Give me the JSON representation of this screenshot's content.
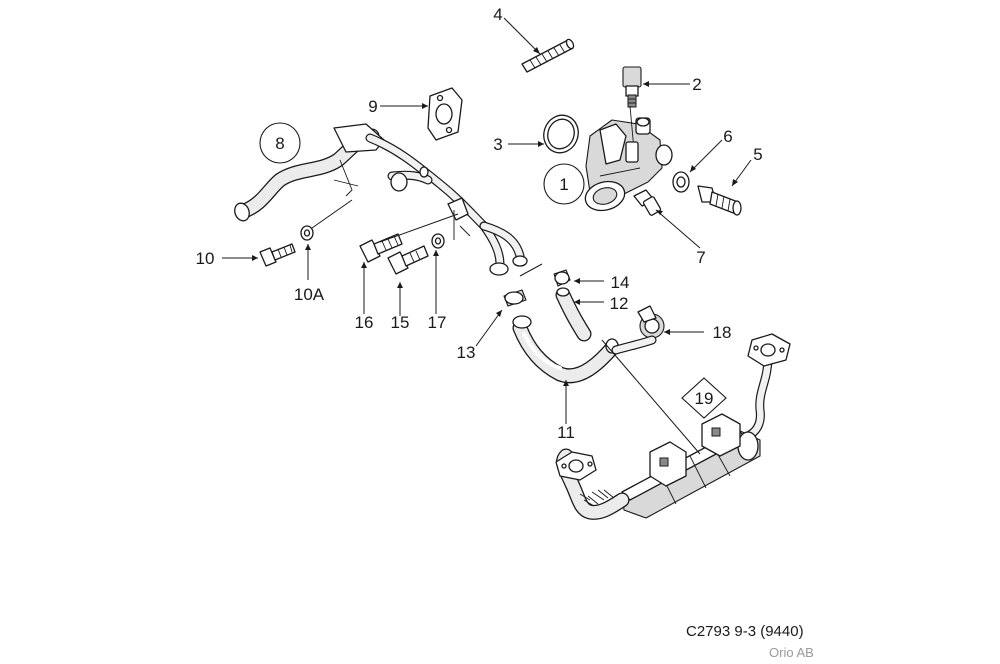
{
  "callouts": [
    {
      "id": "c1",
      "text": "1",
      "boxed": "circle"
    },
    {
      "id": "c2",
      "text": "2",
      "boxed": ""
    },
    {
      "id": "c3",
      "text": "3",
      "boxed": ""
    },
    {
      "id": "c4",
      "text": "4",
      "boxed": ""
    },
    {
      "id": "c5",
      "text": "5",
      "boxed": ""
    },
    {
      "id": "c6",
      "text": "6",
      "boxed": ""
    },
    {
      "id": "c7",
      "text": "7",
      "boxed": ""
    },
    {
      "id": "c8",
      "text": "8",
      "boxed": "circle"
    },
    {
      "id": "c9",
      "text": "9",
      "boxed": ""
    },
    {
      "id": "c10",
      "text": "10",
      "boxed": ""
    },
    {
      "id": "c10a",
      "text": "10A",
      "boxed": ""
    },
    {
      "id": "c11",
      "text": "11",
      "boxed": ""
    },
    {
      "id": "c12",
      "text": "12",
      "boxed": ""
    },
    {
      "id": "c13",
      "text": "13",
      "boxed": ""
    },
    {
      "id": "c14",
      "text": "14",
      "boxed": ""
    },
    {
      "id": "c15",
      "text": "15",
      "boxed": ""
    },
    {
      "id": "c16",
      "text": "16",
      "boxed": ""
    },
    {
      "id": "c17",
      "text": "17",
      "boxed": ""
    },
    {
      "id": "c18",
      "text": "18",
      "boxed": ""
    },
    {
      "id": "c19",
      "text": "19",
      "boxed": "diamond"
    }
  ],
  "footer": {
    "reference": "C2793 9-3 (9440)",
    "maker": "Orio AB"
  },
  "colors": {
    "ink": "#1a1a1a",
    "fill_light": "#ececec",
    "maker_gray": "#9a9a9a"
  }
}
